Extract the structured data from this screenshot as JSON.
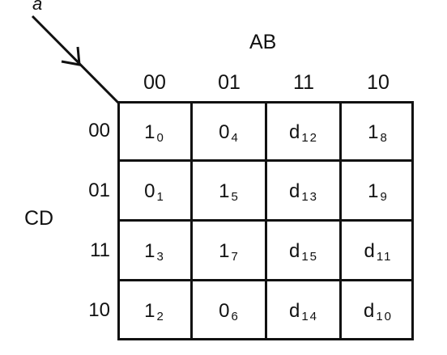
{
  "corner_label": "a",
  "col_var": "AB",
  "row_var": "CD",
  "col_headers": [
    "00",
    "01",
    "11",
    "10"
  ],
  "row_headers": [
    "00",
    "01",
    "11",
    "10"
  ],
  "cells": [
    [
      {
        "value": "1",
        "index": "0"
      },
      {
        "value": "0",
        "index": "4"
      },
      {
        "value": "d",
        "index": "12"
      },
      {
        "value": "1",
        "index": "8"
      }
    ],
    [
      {
        "value": "0",
        "index": "1"
      },
      {
        "value": "1",
        "index": "5"
      },
      {
        "value": "d",
        "index": "13"
      },
      {
        "value": "1",
        "index": "9"
      }
    ],
    [
      {
        "value": "1",
        "index": "3"
      },
      {
        "value": "1",
        "index": "7"
      },
      {
        "value": "d",
        "index": "15"
      },
      {
        "value": "d",
        "index": "11"
      }
    ],
    [
      {
        "value": "1",
        "index": "2"
      },
      {
        "value": "0",
        "index": "6"
      },
      {
        "value": "d",
        "index": "14"
      },
      {
        "value": "d",
        "index": "10"
      }
    ]
  ]
}
